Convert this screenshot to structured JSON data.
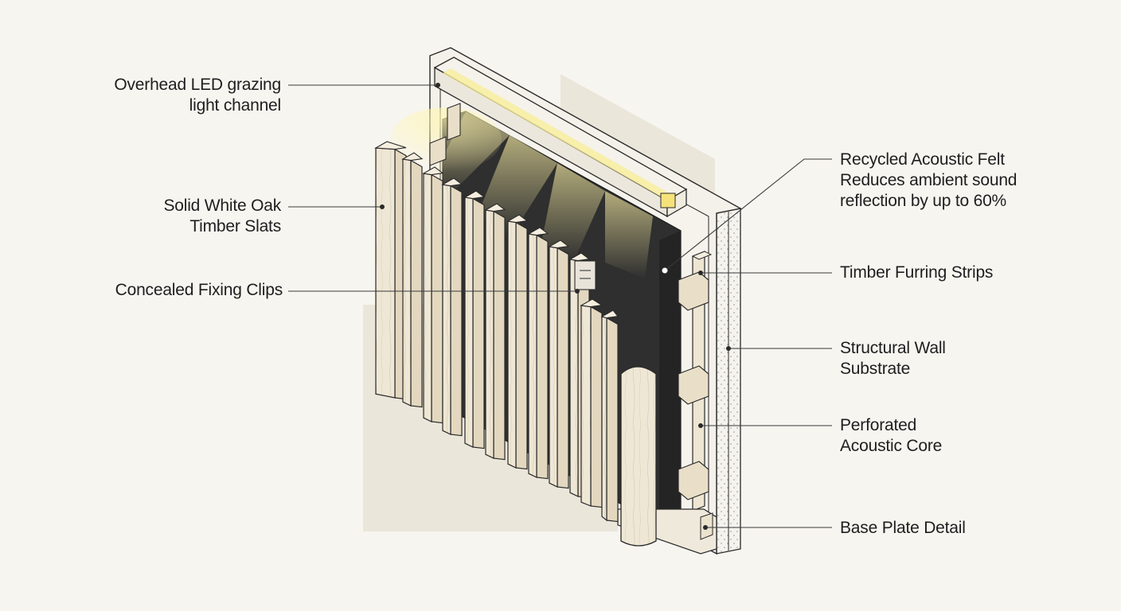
{
  "colors": {
    "background": "#f7f5f0",
    "backdrop": "#ebe6da",
    "frame": "#f4f1ea",
    "oak": "#ede4d0",
    "felt": "#2f2f2f",
    "led_glow": "#f6e27a",
    "outline": "#2a2a2a"
  },
  "labels": {
    "led_channel": [
      "Overhead LED grazing",
      "light channel"
    ],
    "oak_slats": [
      "Solid White Oak",
      "Timber Slats"
    ],
    "fixing_clips": [
      "Concealed Fixing Clips"
    ],
    "acoustic_felt": [
      "Recycled Acoustic Felt",
      "Reduces ambient sound",
      "reflection by up to 60%"
    ],
    "furring_strips": [
      "Timber Furring Strips"
    ],
    "wall_substrate": [
      "Structural Wall",
      "Substrate"
    ],
    "acoustic_core": [
      "Perforated",
      "Acoustic Core"
    ],
    "base_plate": [
      "Base Plate Detail"
    ]
  }
}
